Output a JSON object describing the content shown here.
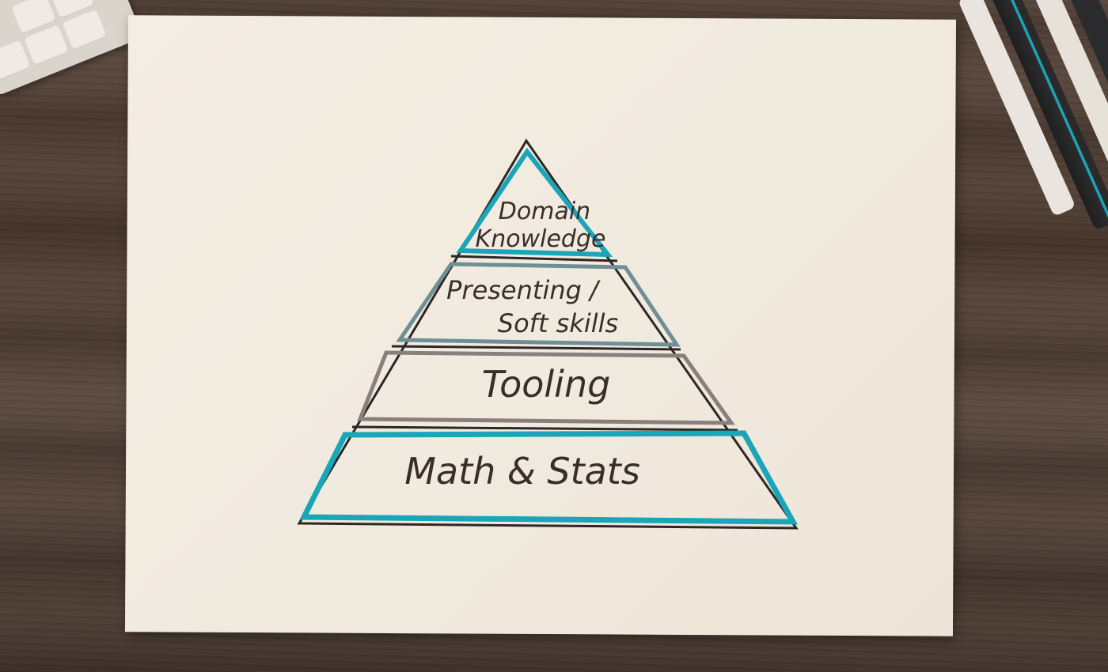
{
  "pyramid": {
    "tiers": [
      {
        "line1": "Domain",
        "line2": "Knowledge",
        "outline_color": "#1aa6b8"
      },
      {
        "line1": "Presenting /",
        "line2": "Soft skills",
        "outline_color": "#6f8f96"
      },
      {
        "line1": "Tooling",
        "outline_color": "#8a7f7c"
      },
      {
        "line1": "Math & Stats",
        "outline_color": "#1aa6b8"
      }
    ]
  },
  "colors": {
    "ink": "#3a2d2a",
    "paper": "#f2ebe0",
    "teal": "#1aa6b8",
    "wood": "#4e3d33"
  },
  "props": {
    "keyboard_icon": "keyboard-icon",
    "markers_icon": "markers-icon"
  }
}
